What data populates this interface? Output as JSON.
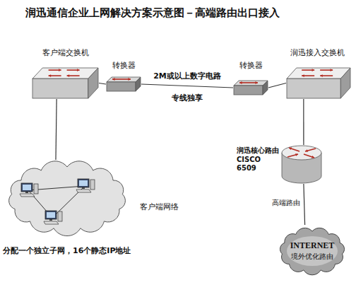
{
  "diagram": {
    "title": "润迅通信企业上网解决方案示意图－高端路由出口接入",
    "nodes": [
      {
        "text": [
          "客户端交换机"
        ]
      },
      {
        "text": [
          "转换器"
        ]
      },
      {
        "text": [
          "转换器"
        ]
      },
      {
        "text": [
          "润迅接入交换机"
        ]
      },
      {
        "text": [
          "润迅核心路由 CISCO 6509"
        ]
      },
      {
        "text": [
          "INTERNET",
          "境外优化路由"
        ]
      },
      {
        "text": [
          "客户端网络"
        ]
      }
    ],
    "edges": [
      {
        "from": 0,
        "to": 1,
        "arrow": "none"
      },
      {
        "from": 1,
        "to": 2,
        "label": "2M或以上数字电路",
        "arrow": "none"
      },
      {
        "from": 2,
        "to": 3,
        "arrow": "none"
      },
      {
        "from": 3,
        "to": 4,
        "arrow": "none"
      },
      {
        "from": 4,
        "to": 5,
        "label": "高端路由",
        "arrow": "none"
      },
      {
        "from": 0,
        "to": 6,
        "arrow": "none"
      }
    ],
    "labels": [
      "专线独享",
      "分配一个独立子网，16个静态IP地址"
    ]
  }
}
